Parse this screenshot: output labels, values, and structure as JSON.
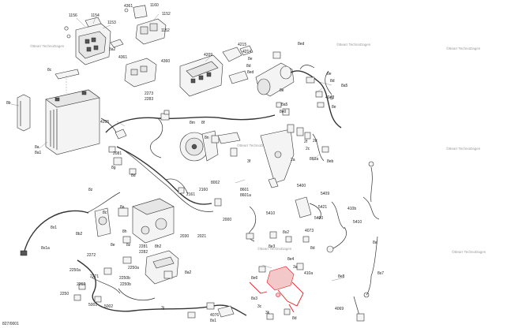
{
  "diagram_id": "827/0001",
  "watermark": "©Bearr TechnoDagen",
  "labels": [
    "1156",
    "1154",
    "1153",
    "4361",
    "1160",
    "1152",
    "1152",
    "3a2",
    "4361",
    "4360",
    "4209",
    "4215",
    "4214",
    "8e",
    "8d",
    "8ed",
    "8ed",
    "8c",
    "8b",
    "2273",
    "2283",
    "4205",
    "8e",
    "8d",
    "8e",
    "4042",
    "8e",
    "8a5",
    "8a5",
    "8e0",
    "8a",
    "8a1",
    "8m",
    "8f",
    "8n",
    "2081",
    "8g",
    "8d",
    "2f",
    "2c",
    "2d",
    "2a",
    "860a",
    "8eb",
    "3f",
    "8z",
    "2161",
    "2160",
    "8002",
    "8601",
    "8601a",
    "5400",
    "5409",
    "5410",
    "5421",
    "5400",
    "410b",
    "5410",
    "8a",
    "2000",
    "8h",
    "8c",
    "8e",
    "8z",
    "8x1",
    "8b2",
    "8x1a",
    "2272",
    "2030",
    "2021",
    "2281",
    "2282",
    "8h2",
    "8a2",
    "2250a",
    "2271",
    "2250a",
    "2250b",
    "2262",
    "2250b",
    "2250",
    "5001",
    "5002",
    "3j",
    "4076",
    "8s1",
    "8s2",
    "4073",
    "8e3",
    "8e4",
    "8d",
    "3a",
    "410a",
    "8a",
    "8e8",
    "8s7",
    "8e6",
    "8s3",
    "3c",
    "3k",
    "8d",
    "4069"
  ]
}
